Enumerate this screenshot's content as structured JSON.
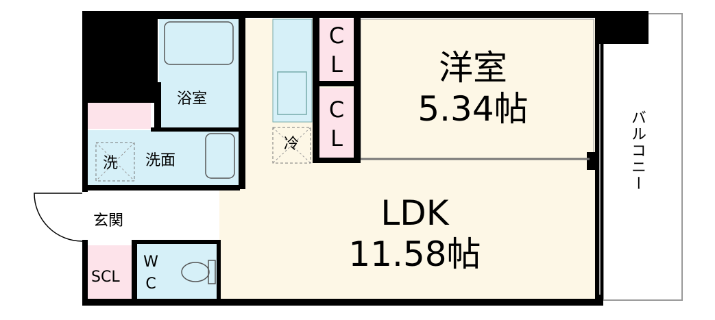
{
  "rooms": {
    "western_room": {
      "name": "洋室",
      "size": "5.34帖"
    },
    "ldk": {
      "name": "LDK",
      "size": "11.58帖"
    },
    "closet_upper": {
      "line1": "C",
      "line2": "L"
    },
    "closet_lower": {
      "line1": "C",
      "line2": "L"
    },
    "bathroom": "浴室",
    "washroom": "洗面",
    "washer": "洗",
    "fridge": "冷",
    "entrance": "玄関",
    "shoe_closet": "SCL",
    "toilet": {
      "line1": "W",
      "line2": "C"
    },
    "balcony": "バルコニー"
  },
  "colors": {
    "wall": "#000000",
    "floor": "#fdf7e6",
    "wet_area": "#d6f0f8",
    "closet": "#fde3ea",
    "balcony": "#ffffff"
  }
}
